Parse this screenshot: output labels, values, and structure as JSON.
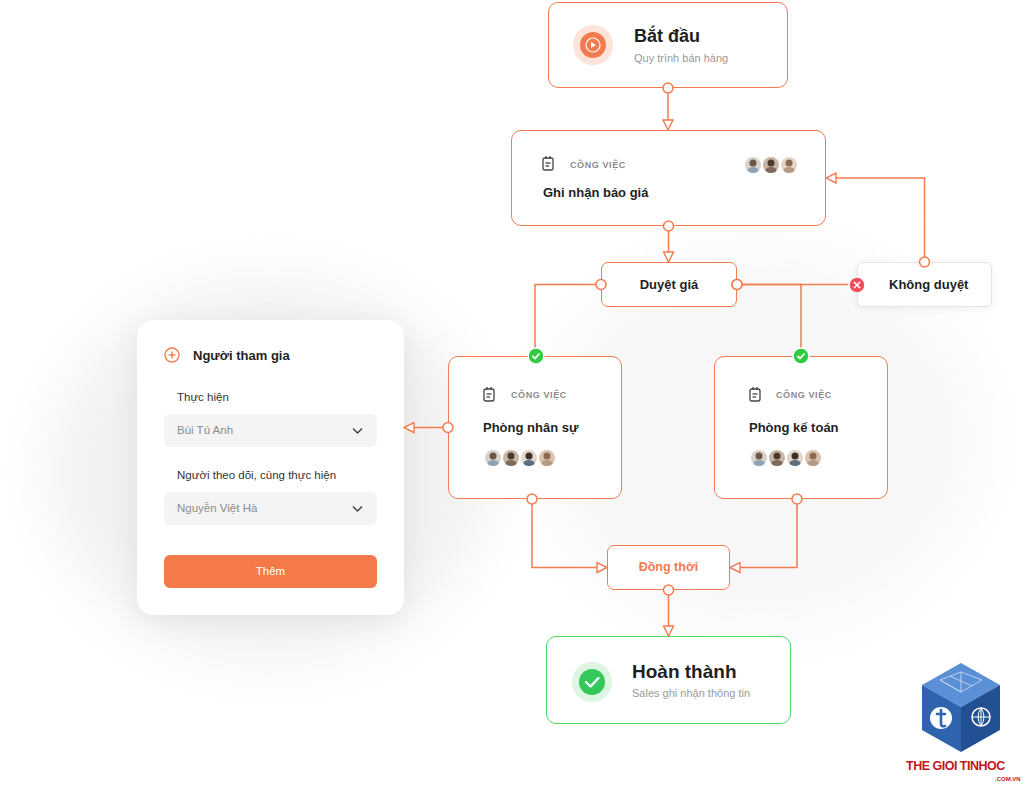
{
  "diagram": {
    "nodes": [
      {
        "text": [
          "Bắt đầu",
          "Quy trình bán hàng"
        ]
      },
      {
        "text": [
          "CÔNG VIỆC",
          "Ghi nhận báo giá"
        ]
      },
      {
        "text": [
          "Duyệt giá"
        ]
      },
      {
        "text": [
          "Không duyệt"
        ]
      },
      {
        "text": [
          "Người tham gia",
          "Thực hiện",
          "Người theo dõi, cùng thực hiện"
        ]
      },
      {
        "text": [
          "Bùi Tú Anh"
        ],
        "in": 4
      },
      {
        "text": [
          "Nguyễn Việt Hà"
        ],
        "in": 4
      },
      {
        "text": [
          "Thêm"
        ],
        "in": 4
      },
      {
        "text": [
          "CÔNG VIỆC",
          "Phòng nhân sự"
        ]
      },
      {
        "text": [
          "CÔNG VIỆC",
          "Phòng kế toán"
        ]
      },
      {
        "text": [
          "Đồng thời"
        ]
      },
      {
        "text": [
          "Hoàn thành",
          "Sales ghi nhận thông tin"
        ]
      }
    ],
    "edges": [
      {
        "from": 0,
        "to": 1,
        "arrow": "to"
      },
      {
        "from": 1,
        "to": 2,
        "arrow": "to"
      },
      {
        "from": 2,
        "to": 3,
        "arrow": "none"
      },
      {
        "from": 3,
        "to": 1,
        "arrow": "to"
      },
      {
        "from": 2,
        "to": 8,
        "arrow": "none"
      },
      {
        "from": 2,
        "to": 9,
        "arrow": "none"
      },
      {
        "from": 8,
        "to": 4,
        "arrow": "to"
      },
      {
        "from": 8,
        "to": 10,
        "arrow": "to"
      },
      {
        "from": 9,
        "to": 10,
        "arrow": "to"
      },
      {
        "from": 10,
        "to": 11,
        "arrow": "to"
      }
    ],
    "labels": [
      "THE GIOI TINHOC",
      ".COM.VN"
    ]
  }
}
